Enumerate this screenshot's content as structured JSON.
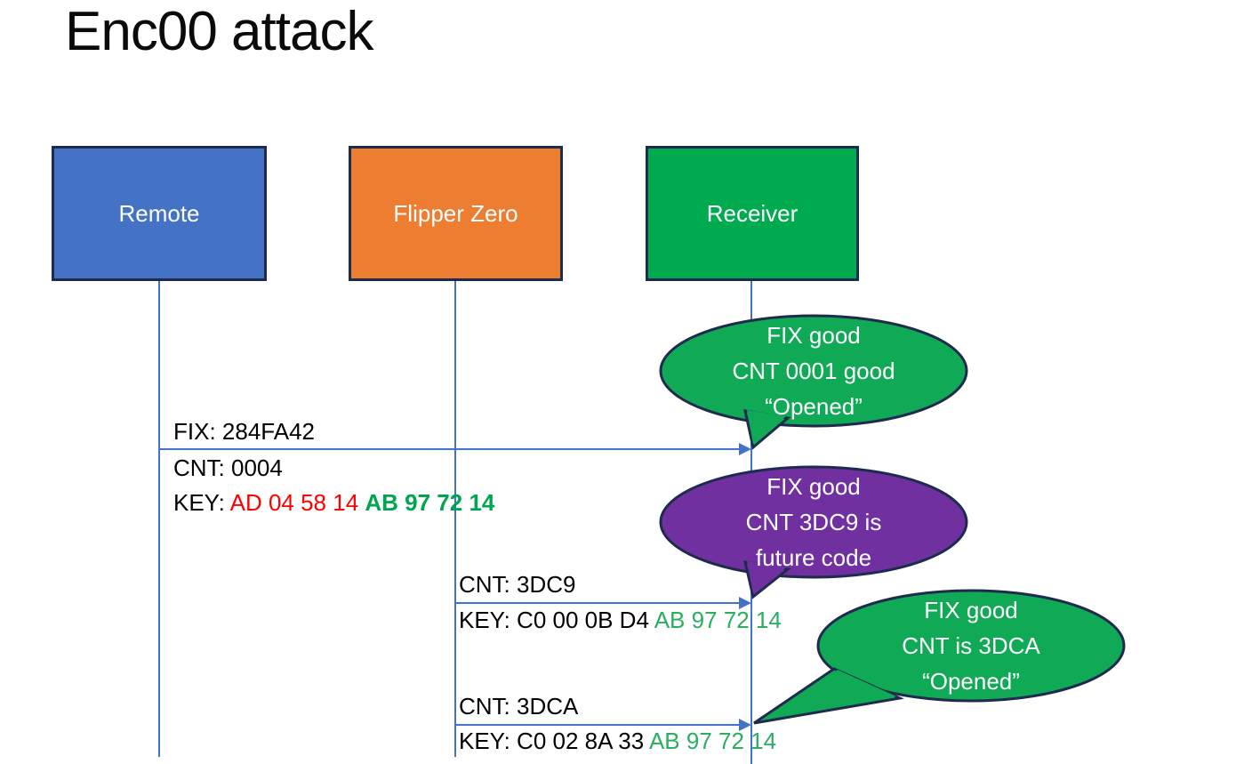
{
  "title": "Enc00 attack",
  "colors": {
    "remote_fill": "#4472C4",
    "flipper_fill": "#ED7D31",
    "receiver_fill": "#00AB50",
    "box_border": "#1E2B4F",
    "lifeline": "#4472C4",
    "arrow": "#4472C4",
    "callout_green": "#10A955",
    "callout_purple": "#7030A0",
    "key_red": "#FF0000",
    "key_green_bold": "#00A550",
    "key_green": "#2BAE5F"
  },
  "actors": [
    {
      "label": "Remote"
    },
    {
      "label": "Flipper Zero"
    },
    {
      "label": "Receiver"
    }
  ],
  "messages": [
    {
      "from": "Remote",
      "to": "Receiver",
      "fix": "FIX: 284FA42",
      "cnt": "CNT: 0004",
      "key_label": "KEY: ",
      "key_red": "AD 04 58 14 ",
      "key_green": "AB 97 72 14"
    },
    {
      "from": "Flipper Zero",
      "to": "Receiver",
      "cnt": "CNT: 3DC9",
      "key_label": "KEY: ",
      "key_black": "C0 00 0B D4 ",
      "key_green": "AB 97 72 14"
    },
    {
      "from": "Flipper Zero",
      "to": "Receiver",
      "cnt": "CNT: 3DCA",
      "key_label": "KEY: ",
      "key_black": "C0 02 8A 33 ",
      "key_green": "AB 97 72 14"
    }
  ],
  "callouts": [
    {
      "tone": "success",
      "lines": [
        "FIX good",
        "CNT 0001 good",
        "“Opened”"
      ]
    },
    {
      "tone": "warning",
      "lines": [
        "FIX good",
        "CNT 3DC9 is",
        "future code"
      ]
    },
    {
      "tone": "success",
      "lines": [
        "FIX good",
        "CNT is 3DCA",
        "“Opened”"
      ]
    }
  ]
}
